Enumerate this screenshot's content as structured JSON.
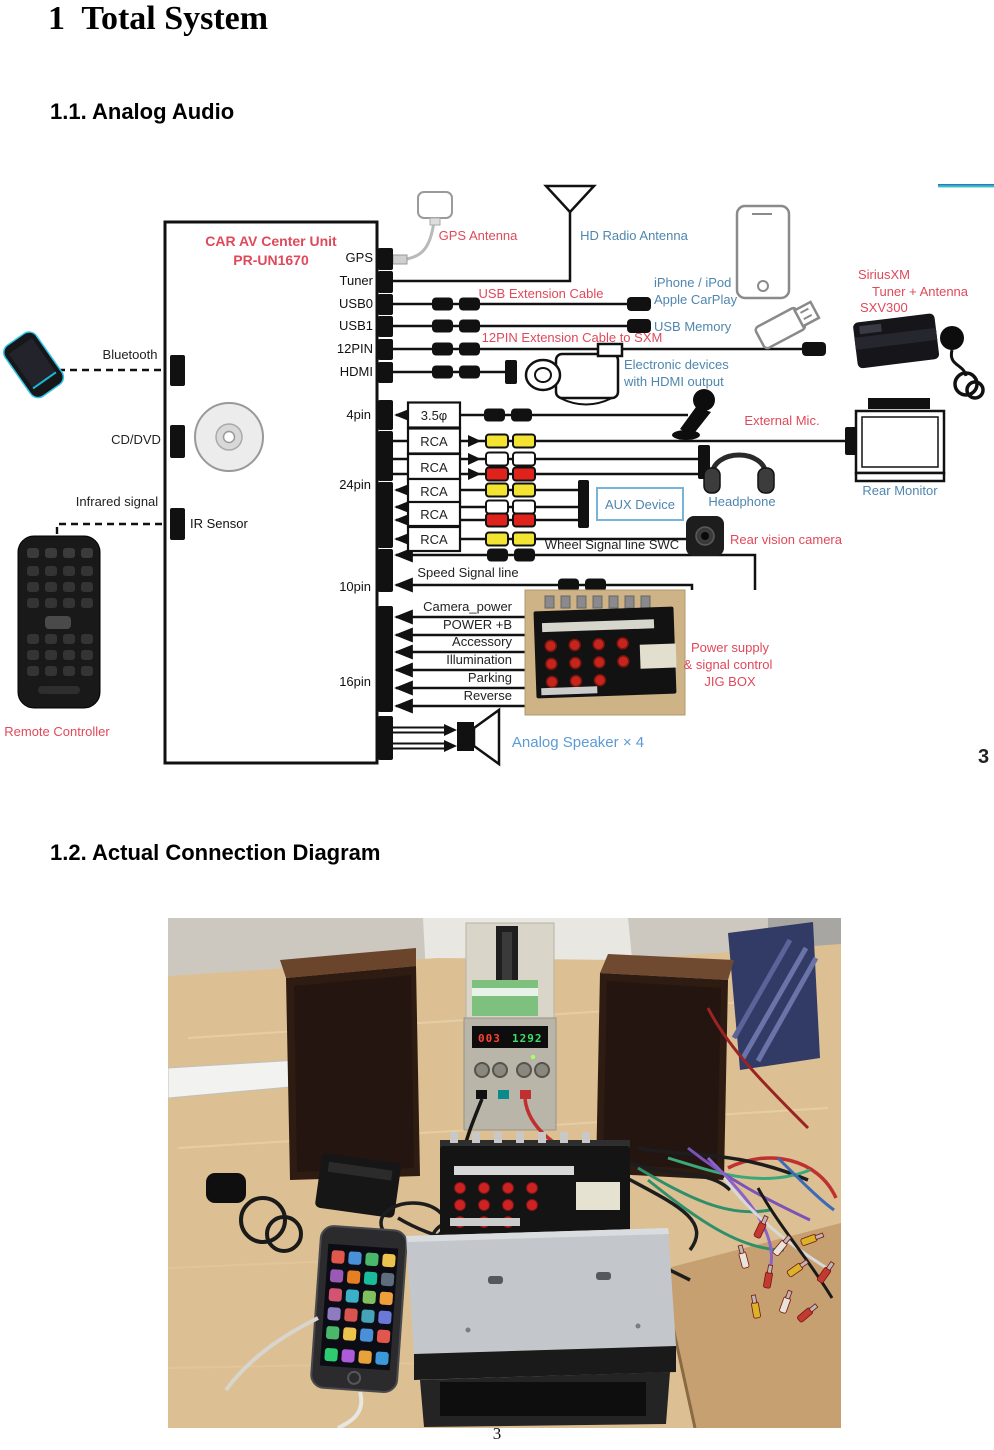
{
  "page": {
    "title": "1  Total System",
    "sections": {
      "s11": "1.1. Analog Audio",
      "s12": "1.2. Actual Connection Diagram"
    },
    "page_number": "3",
    "figure_corner_number": "3"
  },
  "colors": {
    "label_red": "#e0495a",
    "label_blue": "#4f86ae",
    "speaker_blue": "#5b9bd5",
    "aux_border": "#76b4d8",
    "teal_rule_left": "#1d7fc4",
    "teal_rule_right": "#35c0c4",
    "rca_yellow": "#f2e430",
    "rca_red": "#df221c",
    "rca_white": "#ffffff"
  },
  "diagram": {
    "unit": {
      "name": "CAR AV Center Unit",
      "model": "PR-UN1670"
    },
    "ports": {
      "gps": "GPS",
      "tuner": "Tuner",
      "usb0": "USB0",
      "usb1": "USB1",
      "pin12": "12PIN",
      "hdmi": "HDMI",
      "pin4": "4pin",
      "pin24": "24pin",
      "pin10": "10pin",
      "pin16": "16pin"
    },
    "jacks": {
      "jack35": "3.5φ",
      "rca1": "RCA",
      "rca2": "RCA",
      "rca3": "RCA",
      "rca4": "RCA",
      "rca5": "RCA"
    },
    "left": {
      "bluetooth": "Bluetooth",
      "cddvd": "CD/DVD",
      "infrared": "Infrared signal",
      "ir_sensor": "IR Sensor",
      "remote": "Remote Controller"
    },
    "right": {
      "gps_antenna": "GPS Antenna",
      "hd_radio_antenna": "HD Radio Antenna",
      "usb_ext_cable": "USB Extension Cable",
      "iphone_line1": "iPhone / iPod",
      "iphone_line2": "Apple CarPlay",
      "usb_memory": "USB Memory",
      "ext12pin": "12PIN Extension Cable to SXM",
      "hdmi_dev_line1": "Electronic devices",
      "hdmi_dev_line2": "with HDMI output",
      "sxm_line1": "SiriusXM",
      "sxm_line2": "Tuner + Antenna",
      "sxm_line3": "SXV300",
      "ext_mic": "External Mic.",
      "aux_device": "AUX Device",
      "headphone": "Headphone",
      "rear_monitor": "Rear Monitor",
      "rear_camera": "Rear vision camera",
      "wheel_signal": "Wheel Signal  line SWC",
      "speed_signal": "Speed Signal  line",
      "jig_line1": "Power supply",
      "jig_line2": "& signal control",
      "jig_line3": "JIG BOX",
      "speaker": "Analog Speaker × 4"
    },
    "pin16_rows": {
      "camera_power": "Camera_power",
      "power_b": "POWER +B",
      "accessory": "Accessory",
      "illumination": "Illumination",
      "parking": "Parking",
      "reverse": "Reverse"
    }
  },
  "photo": {
    "psu_display_current": "003",
    "psu_display_voltage": "1292"
  }
}
